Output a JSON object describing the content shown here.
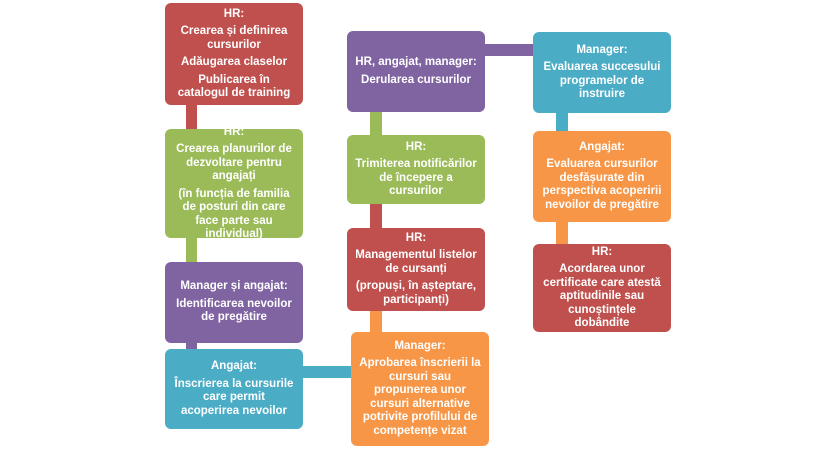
{
  "colors": {
    "red": "#c0504d",
    "green": "#9bbb59",
    "purple": "#8064a2",
    "teal": "#4bacc6",
    "orange": "#f79646"
  },
  "boxes": {
    "b1": {
      "role": "HR:",
      "lines": [
        "Crearea și definirea cursurilor",
        "Adăugarea claselor",
        "Publicarea în catalogul de training"
      ]
    },
    "b2": {
      "role": "HR:",
      "lines": [
        "Crearea planurilor de dezvoltare pentru angajați",
        "(în funcția de familia de posturi din care face parte sau individual)"
      ]
    },
    "b3": {
      "role": "Manager și angajat:",
      "lines": [
        "Identificarea nevoilor de pregătire"
      ]
    },
    "b4": {
      "role": "Angajat:",
      "lines": [
        "Înscrierea la cursurile care permit acoperirea nevoilor"
      ]
    },
    "b5": {
      "role": "HR, angajat, manager:",
      "lines": [
        "Derularea cursurilor"
      ]
    },
    "b6": {
      "role": "HR:",
      "lines": [
        "Trimiterea notificărilor de începere a cursurilor"
      ]
    },
    "b7": {
      "role": "HR:",
      "lines": [
        "Managementul listelor de cursanți",
        "(propuși, în așteptare, participanți)"
      ]
    },
    "b8": {
      "role": "Manager:",
      "lines": [
        "Aprobarea înscrierii la cursuri sau propunerea unor cursuri alternative potrivite profilului de competențe vizat"
      ]
    },
    "b9": {
      "role": "Manager:",
      "lines": [
        "Evaluarea succesului programelor de instruire"
      ]
    },
    "b10": {
      "role": "Angajat:",
      "lines": [
        "Evaluarea cursurilor desfășurate din perspectiva acoperirii nevoilor de pregătire"
      ]
    },
    "b11": {
      "role": "HR:",
      "lines": [
        "Acordarea unor certificate care atestă aptitudinile sau cunoștințele dobândite"
      ]
    }
  }
}
